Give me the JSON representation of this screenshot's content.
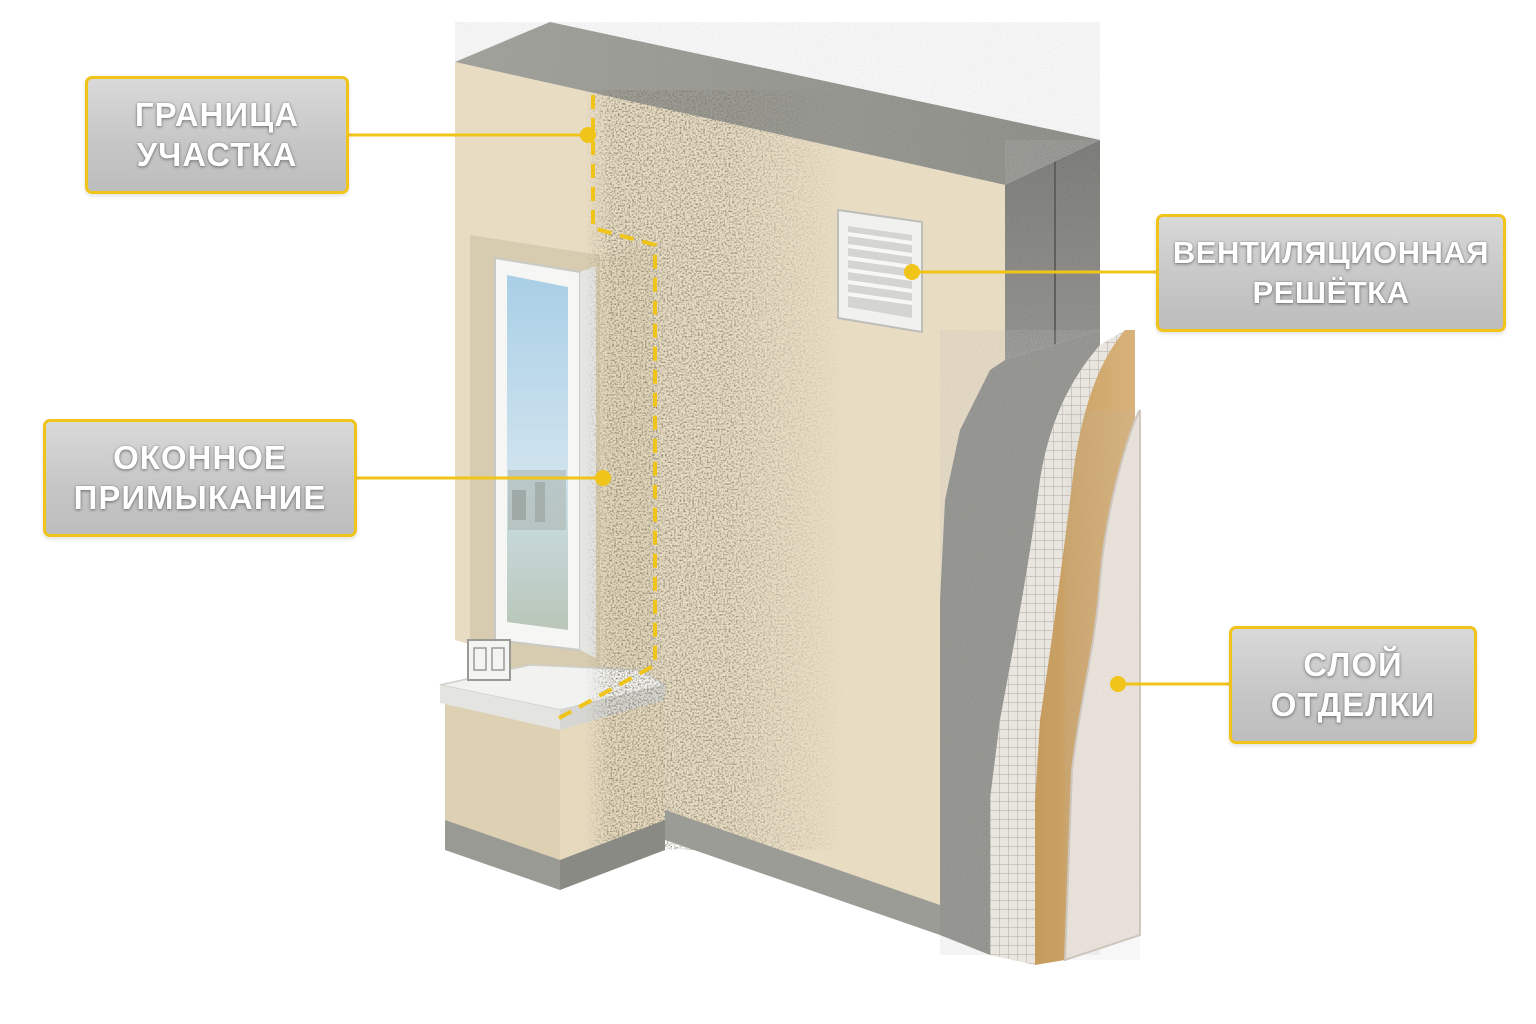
{
  "callouts": {
    "boundary": {
      "line1": "ГРАНИЦА",
      "line2": "УЧАСТКА"
    },
    "window": {
      "line1": "ОКОННОЕ",
      "line2": "ПРИМЫКАНИЕ"
    },
    "vent": {
      "line1": "ВЕНТИЛЯЦИОННАЯ",
      "line2": "РЕШЁТКА"
    },
    "finish": {
      "line1": "СЛОЙ",
      "line2": "ОТДЕЛКИ"
    }
  },
  "colors": {
    "accent": "#f0c419",
    "plaster": "#e8dcc3",
    "concrete": "#8f8f89",
    "mold": "#3e3a2c",
    "label_background": "#c9c9c9"
  }
}
